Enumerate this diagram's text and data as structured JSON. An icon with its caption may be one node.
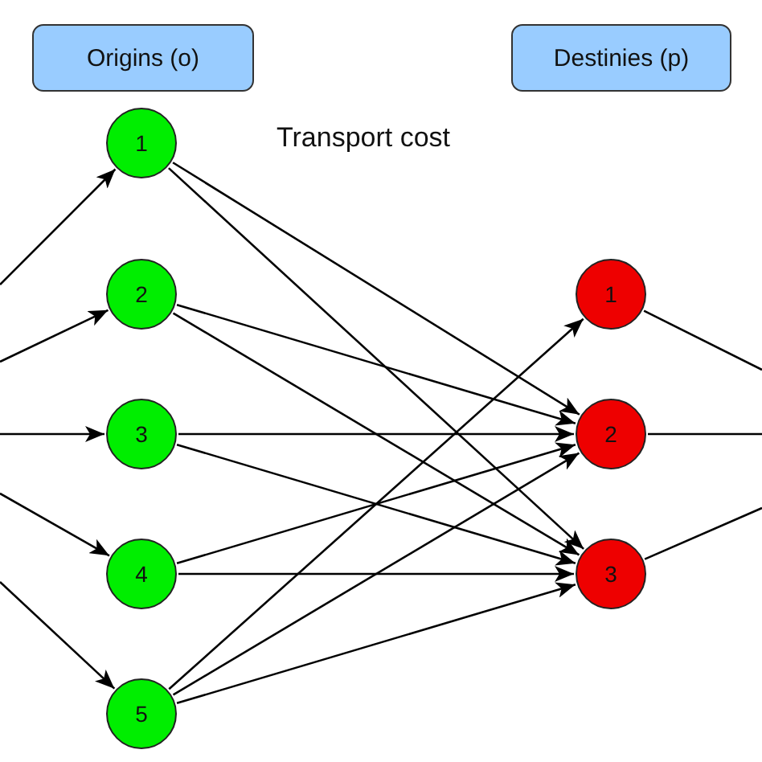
{
  "diagram": {
    "nodes": [
      {
        "text": [
          "Origins (o)"
        ]
      },
      {
        "text": [
          "Destinies (p)"
        ]
      },
      {
        "text": [
          "1"
        ]
      },
      {
        "text": [
          "2"
        ]
      },
      {
        "text": [
          "3"
        ]
      },
      {
        "text": [
          "4"
        ]
      },
      {
        "text": [
          "5"
        ]
      },
      {
        "text": [
          "1"
        ]
      },
      {
        "text": [
          "2"
        ]
      },
      {
        "text": [
          "3"
        ]
      }
    ],
    "edges": [
      {
        "from": null,
        "to": 2,
        "arrow": "to"
      },
      {
        "from": null,
        "to": 3,
        "arrow": "to"
      },
      {
        "from": null,
        "to": 4,
        "arrow": "to"
      },
      {
        "from": null,
        "to": 5,
        "arrow": "to"
      },
      {
        "from": null,
        "to": 6,
        "arrow": "to"
      },
      {
        "from": 2,
        "to": 8,
        "arrow": "to"
      },
      {
        "from": 2,
        "to": 9,
        "arrow": "to"
      },
      {
        "from": 3,
        "to": 8,
        "arrow": "to"
      },
      {
        "from": 3,
        "to": 9,
        "arrow": "to"
      },
      {
        "from": 4,
        "to": 8,
        "arrow": "to"
      },
      {
        "from": 4,
        "to": 9,
        "arrow": "to"
      },
      {
        "from": 5,
        "to": 8,
        "arrow": "to"
      },
      {
        "from": 5,
        "to": 9,
        "arrow": "to"
      },
      {
        "from": 6,
        "to": 7,
        "arrow": "to"
      },
      {
        "from": 6,
        "to": 8,
        "arrow": "to"
      },
      {
        "from": 6,
        "to": 9,
        "arrow": "to"
      },
      {
        "from": 7,
        "to": null,
        "arrow": "none"
      },
      {
        "from": 8,
        "to": null,
        "arrow": "none"
      },
      {
        "from": 9,
        "to": null,
        "arrow": "none"
      }
    ],
    "labels": [
      "Transport cost"
    ]
  }
}
